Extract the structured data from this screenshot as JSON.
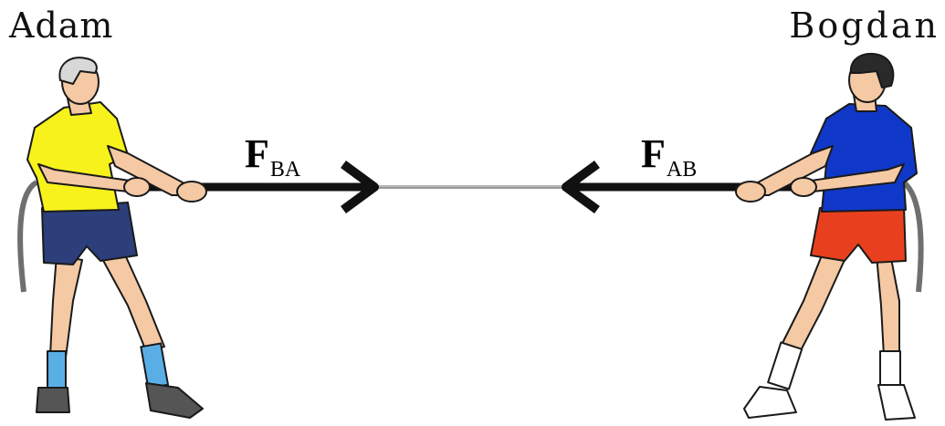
{
  "people": {
    "left": {
      "name": "Adam",
      "shirt_color": "#f7f21c",
      "shorts_color": "#2c3f7a",
      "sock_color": "#5aaee6",
      "hair_color": "#d8d8d8"
    },
    "right": {
      "name": "Bogdan",
      "shirt_color": "#1038c8",
      "shorts_color": "#e8401e",
      "sock_color": "#ffffff",
      "hair_color": "#2a2a2a"
    }
  },
  "forces": {
    "left": {
      "symbol": "F",
      "subscript": "BA",
      "direction": "right"
    },
    "right": {
      "symbol": "F",
      "subscript": "AB",
      "direction": "left"
    }
  },
  "colors": {
    "skin": "#f4c9a4",
    "outline": "#1a1a1a",
    "rope": "#111111",
    "rope_center": "#9a9a9a"
  }
}
